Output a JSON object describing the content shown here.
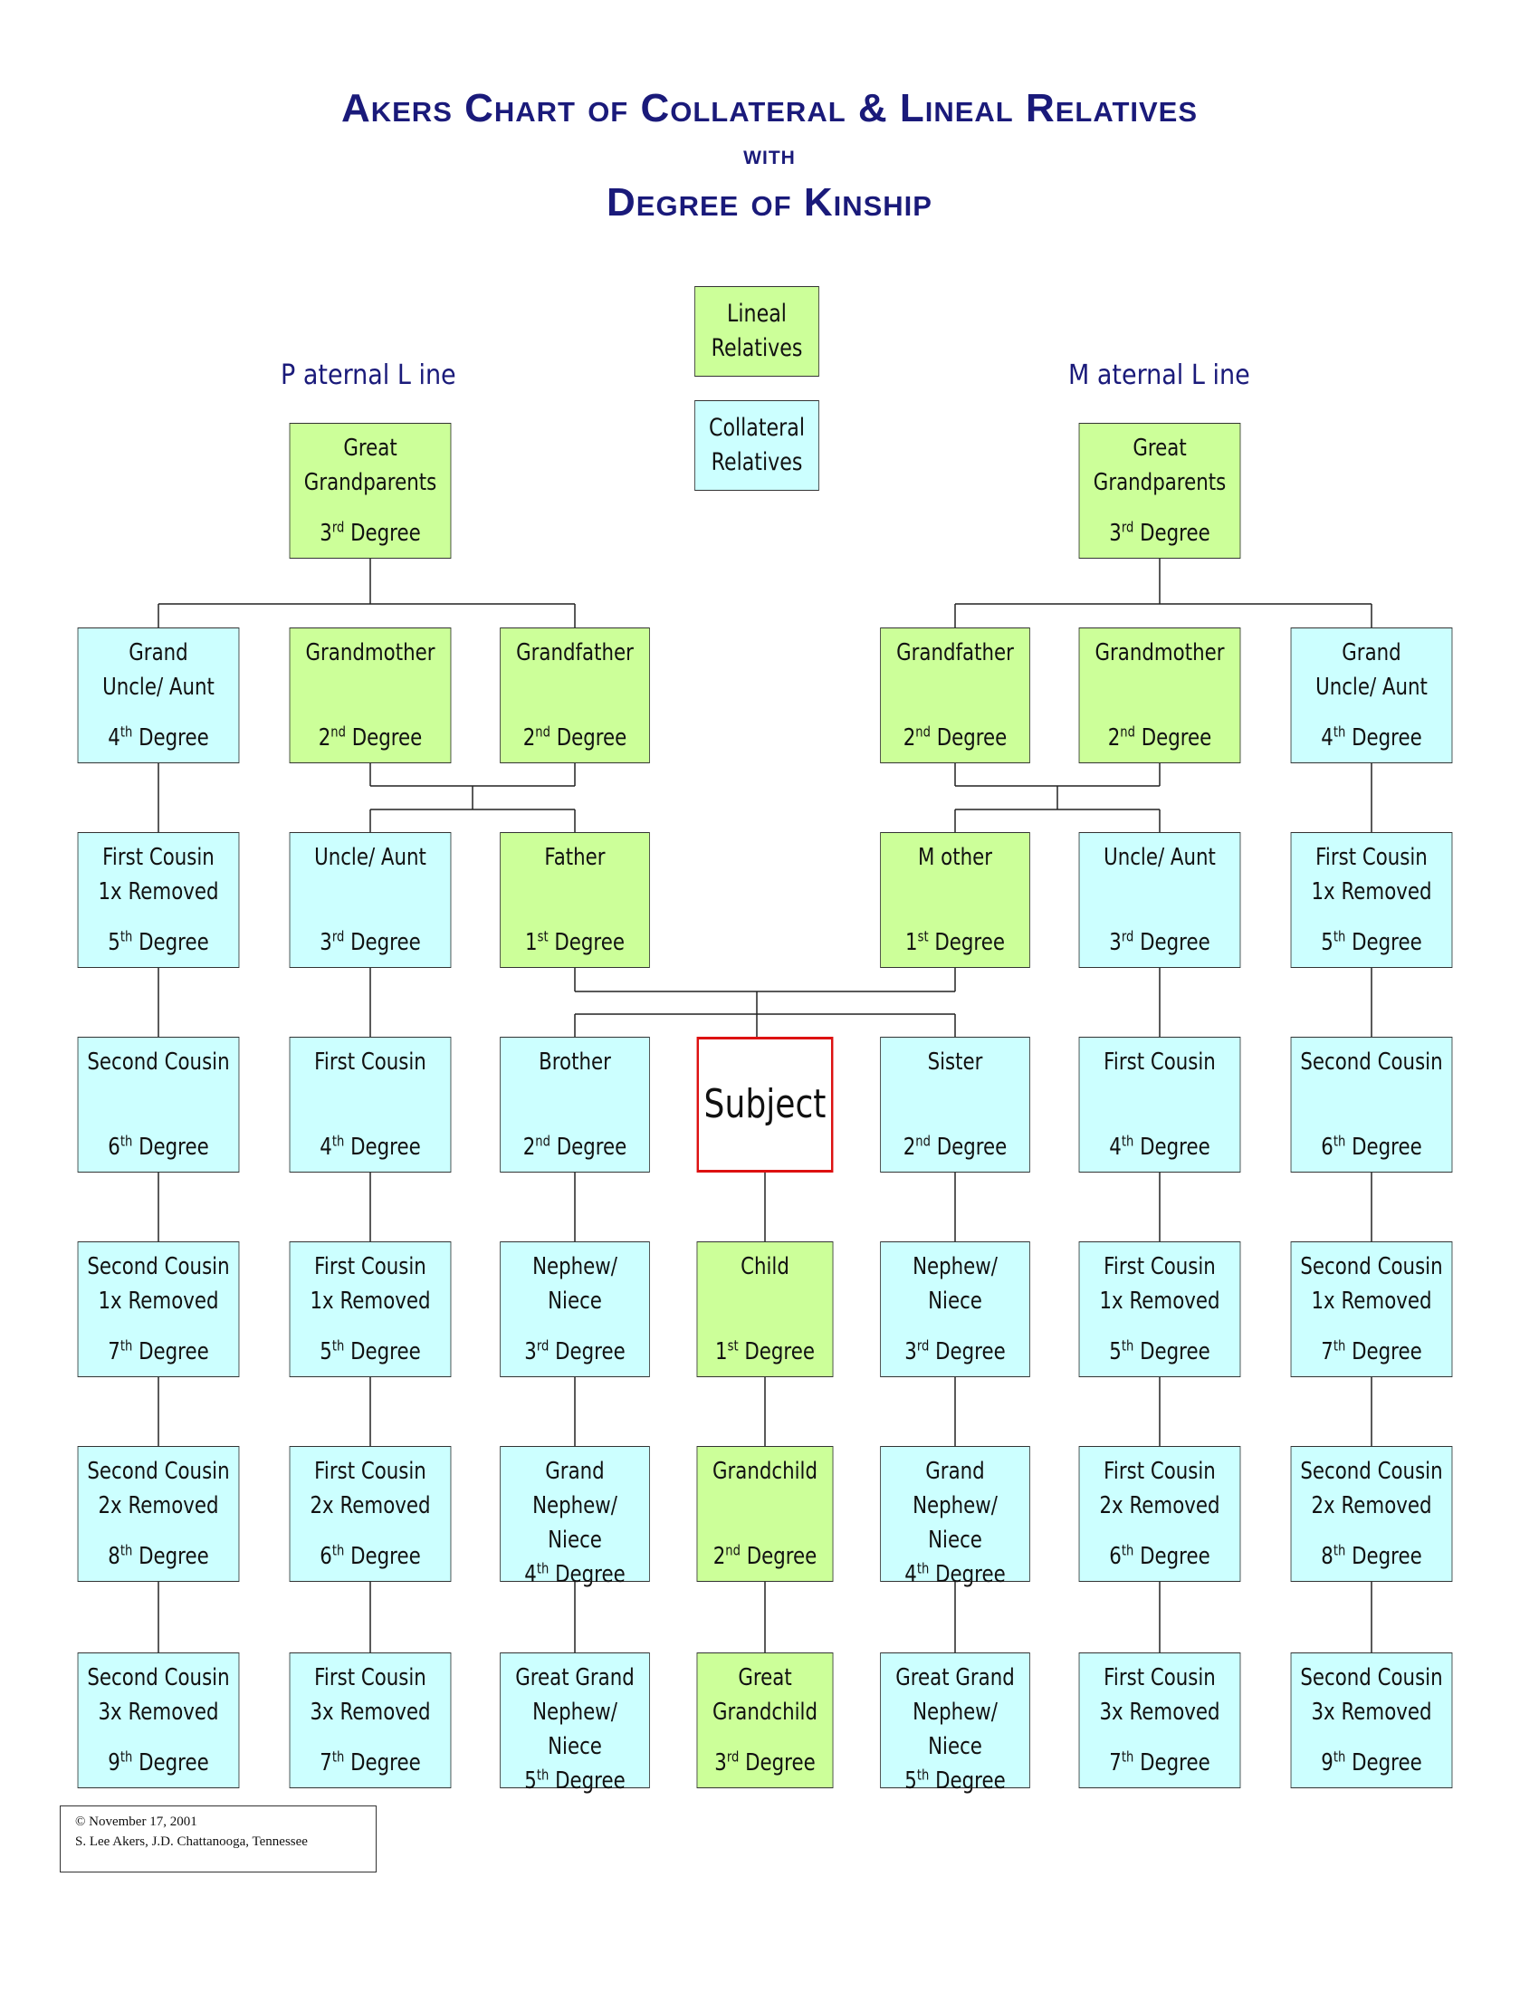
{
  "title": {
    "line1": "Akers Chart of Collateral & Lineal Relatives",
    "line2": "with",
    "line3": "Degree of Kinship"
  },
  "labels": {
    "paternal": "P aternal L ine",
    "maternal": "M aternal L ine"
  },
  "legend": {
    "lineal": [
      "Lineal",
      "Relatives"
    ],
    "collateral": [
      "Collateral",
      "Relatives"
    ]
  },
  "colors": {
    "lineal": "#ccff99",
    "collateral": "#ccffff",
    "subject_border": "#dd1111",
    "title": "#1a1a7a"
  },
  "footer": {
    "line1": "© November 17, 2001",
    "line2": "S. Lee Akers, J.D.  Chattanooga, Tennessee"
  },
  "boxes": [
    {
      "id": "pgg",
      "col": 1,
      "row": 0,
      "type": "lineal",
      "lines": [
        "Great",
        "Grandparents"
      ],
      "deg": "3",
      "suf": "rd"
    },
    {
      "id": "mgg",
      "col": 5,
      "row": 0,
      "type": "lineal",
      "lines": [
        "Great",
        "Grandparents"
      ],
      "deg": "3",
      "suf": "rd"
    },
    {
      "id": "pgua",
      "col": 0,
      "row": 1,
      "type": "collateral",
      "lines": [
        "Grand",
        "Uncle/ Aunt"
      ],
      "deg": "4",
      "suf": "th"
    },
    {
      "id": "pgm",
      "col": 1,
      "row": 1,
      "type": "lineal",
      "lines": [
        "Grandmother"
      ],
      "deg": "2",
      "suf": "nd"
    },
    {
      "id": "pgf",
      "col": 2,
      "row": 1,
      "type": "lineal",
      "lines": [
        "Grandfather"
      ],
      "deg": "2",
      "suf": "nd"
    },
    {
      "id": "mgf",
      "col": 4,
      "row": 1,
      "type": "lineal",
      "lines": [
        "Grandfather"
      ],
      "deg": "2",
      "suf": "nd"
    },
    {
      "id": "mgm",
      "col": 5,
      "row": 1,
      "type": "lineal",
      "lines": [
        "Grandmother"
      ],
      "deg": "2",
      "suf": "nd"
    },
    {
      "id": "mgua",
      "col": 6,
      "row": 1,
      "type": "collateral",
      "lines": [
        "Grand",
        "Uncle/ Aunt"
      ],
      "deg": "4",
      "suf": "th"
    },
    {
      "id": "pfc1",
      "col": 0,
      "row": 2,
      "type": "collateral",
      "lines": [
        "First Cousin",
        "1x Removed"
      ],
      "deg": "5",
      "suf": "th"
    },
    {
      "id": "pua",
      "col": 1,
      "row": 2,
      "type": "collateral",
      "lines": [
        "Uncle/ Aunt"
      ],
      "deg": "3",
      "suf": "rd"
    },
    {
      "id": "father",
      "col": 2,
      "row": 2,
      "type": "lineal",
      "lines": [
        "Father"
      ],
      "deg": "1",
      "suf": "st"
    },
    {
      "id": "mother",
      "col": 4,
      "row": 2,
      "type": "lineal",
      "lines": [
        "M other"
      ],
      "deg": "1",
      "suf": "st"
    },
    {
      "id": "mua",
      "col": 5,
      "row": 2,
      "type": "collateral",
      "lines": [
        "Uncle/ Aunt"
      ],
      "deg": "3",
      "suf": "rd"
    },
    {
      "id": "mfc1",
      "col": 6,
      "row": 2,
      "type": "collateral",
      "lines": [
        "First Cousin",
        "1x Removed"
      ],
      "deg": "5",
      "suf": "th"
    },
    {
      "id": "psc",
      "col": 0,
      "row": 3,
      "type": "collateral",
      "lines": [
        "Second Cousin"
      ],
      "deg": "6",
      "suf": "th"
    },
    {
      "id": "pfc",
      "col": 1,
      "row": 3,
      "type": "collateral",
      "lines": [
        "First Cousin"
      ],
      "deg": "4",
      "suf": "th"
    },
    {
      "id": "brother",
      "col": 2,
      "row": 3,
      "type": "collateral",
      "lines": [
        "Brother"
      ],
      "deg": "2",
      "suf": "nd"
    },
    {
      "id": "subject",
      "col": 3,
      "row": 3,
      "type": "subject",
      "lines": [
        "Subject"
      ],
      "deg": "",
      "suf": ""
    },
    {
      "id": "sister",
      "col": 4,
      "row": 3,
      "type": "collateral",
      "lines": [
        "Sister"
      ],
      "deg": "2",
      "suf": "nd"
    },
    {
      "id": "mfc",
      "col": 5,
      "row": 3,
      "type": "collateral",
      "lines": [
        "First Cousin"
      ],
      "deg": "4",
      "suf": "th"
    },
    {
      "id": "msc",
      "col": 6,
      "row": 3,
      "type": "collateral",
      "lines": [
        "Second Cousin"
      ],
      "deg": "6",
      "suf": "th"
    },
    {
      "id": "psc1",
      "col": 0,
      "row": 4,
      "type": "collateral",
      "lines": [
        "Second Cousin",
        "1x Removed"
      ],
      "deg": "7",
      "suf": "th"
    },
    {
      "id": "pfc1r",
      "col": 1,
      "row": 4,
      "type": "collateral",
      "lines": [
        "First Cousin",
        "1x Removed"
      ],
      "deg": "5",
      "suf": "th"
    },
    {
      "id": "nn1",
      "col": 2,
      "row": 4,
      "type": "collateral",
      "lines": [
        "Nephew/ Niece"
      ],
      "deg": "3",
      "suf": "rd"
    },
    {
      "id": "child",
      "col": 3,
      "row": 4,
      "type": "lineal",
      "lines": [
        "Child"
      ],
      "deg": "1",
      "suf": "st"
    },
    {
      "id": "nn2",
      "col": 4,
      "row": 4,
      "type": "collateral",
      "lines": [
        "Nephew/ Niece"
      ],
      "deg": "3",
      "suf": "rd"
    },
    {
      "id": "mfc1r",
      "col": 5,
      "row": 4,
      "type": "collateral",
      "lines": [
        "First Cousin",
        "1x Removed"
      ],
      "deg": "5",
      "suf": "th"
    },
    {
      "id": "msc1",
      "col": 6,
      "row": 4,
      "type": "collateral",
      "lines": [
        "Second Cousin",
        "1x Removed"
      ],
      "deg": "7",
      "suf": "th"
    },
    {
      "id": "psc2",
      "col": 0,
      "row": 5,
      "type": "collateral",
      "lines": [
        "Second Cousin",
        "2x Removed"
      ],
      "deg": "8",
      "suf": "th"
    },
    {
      "id": "pfc2",
      "col": 1,
      "row": 5,
      "type": "collateral",
      "lines": [
        "First Cousin",
        "2x Removed"
      ],
      "deg": "6",
      "suf": "th"
    },
    {
      "id": "gnn1",
      "col": 2,
      "row": 5,
      "type": "collateral",
      "lines": [
        "Grand",
        "Nephew/ Niece"
      ],
      "deg": "4",
      "suf": "th"
    },
    {
      "id": "gchild",
      "col": 3,
      "row": 5,
      "type": "lineal",
      "lines": [
        "Grandchild"
      ],
      "deg": "2",
      "suf": "nd"
    },
    {
      "id": "gnn2",
      "col": 4,
      "row": 5,
      "type": "collateral",
      "lines": [
        "Grand",
        "Nephew/ Niece"
      ],
      "deg": "4",
      "suf": "th"
    },
    {
      "id": "mfc2",
      "col": 5,
      "row": 5,
      "type": "collateral",
      "lines": [
        "First Cousin",
        "2x Removed"
      ],
      "deg": "6",
      "suf": "th"
    },
    {
      "id": "msc2",
      "col": 6,
      "row": 5,
      "type": "collateral",
      "lines": [
        "Second Cousin",
        "2x Removed"
      ],
      "deg": "8",
      "suf": "th"
    },
    {
      "id": "psc3",
      "col": 0,
      "row": 6,
      "type": "collateral",
      "lines": [
        "Second Cousin",
        "3x Removed"
      ],
      "deg": "9",
      "suf": "th"
    },
    {
      "id": "pfc3",
      "col": 1,
      "row": 6,
      "type": "collateral",
      "lines": [
        "First Cousin",
        "3x Removed"
      ],
      "deg": "7",
      "suf": "th"
    },
    {
      "id": "ggnn1",
      "col": 2,
      "row": 6,
      "type": "collateral",
      "lines": [
        "Great Grand",
        "Nephew/ Niece"
      ],
      "deg": "5",
      "suf": "th"
    },
    {
      "id": "ggchild",
      "col": 3,
      "row": 6,
      "type": "lineal",
      "lines": [
        "Great",
        "Grandchild"
      ],
      "deg": "3",
      "suf": "rd"
    },
    {
      "id": "ggnn2",
      "col": 4,
      "row": 6,
      "type": "collateral",
      "lines": [
        "Great Grand",
        "Nephew/ Niece"
      ],
      "deg": "5",
      "suf": "th"
    },
    {
      "id": "mfc3",
      "col": 5,
      "row": 6,
      "type": "collateral",
      "lines": [
        "First Cousin",
        "3x Removed"
      ],
      "deg": "7",
      "suf": "th"
    },
    {
      "id": "msc3",
      "col": 6,
      "row": 6,
      "type": "collateral",
      "lines": [
        "Second Cousin",
        "3x Removed"
      ],
      "deg": "9",
      "suf": "th"
    }
  ],
  "degree_word": "Degree"
}
